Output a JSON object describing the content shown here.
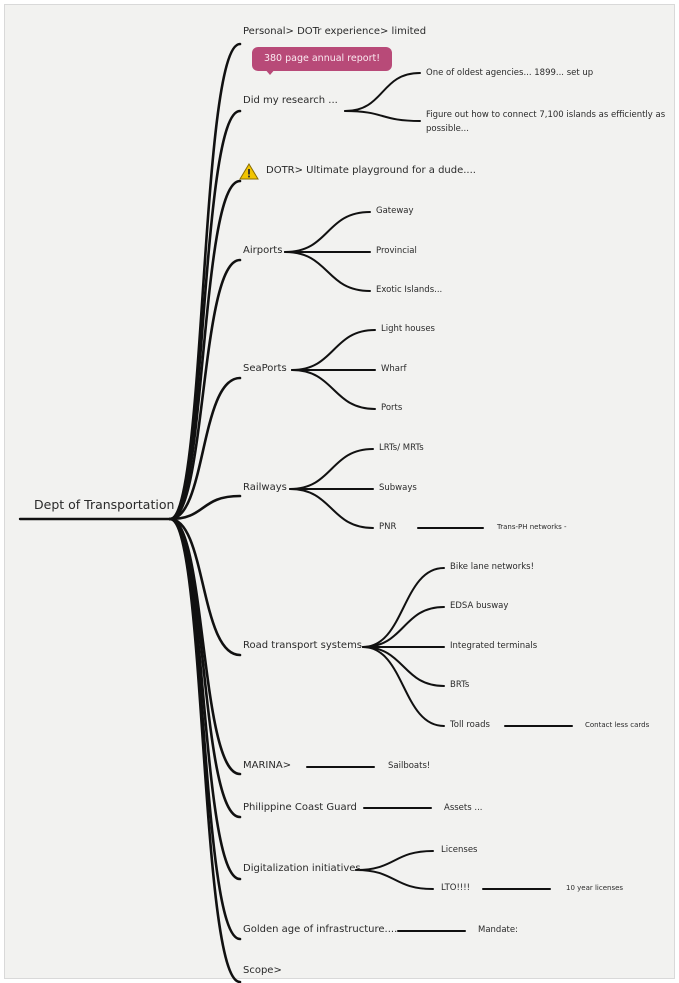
{
  "root": "Dept of Transportation",
  "note_tag": "380 page annual report!",
  "nodes": {
    "personal": "Personal> DOTr experience> limited",
    "research": "Did my research ...",
    "research_c1": "One of oldest agencies... 1899... set up",
    "research_c2a": "Figure out how to connect 7,100 islands as efficiently as",
    "research_c2b": "possible...",
    "playground": "DOTR> Ultimate playground for a dude....",
    "airports": "Airports",
    "air_c1": "Gateway",
    "air_c2": "Provincial",
    "air_c3": "Exotic Islands...",
    "seaports": "SeaPorts",
    "sea_c1": "Light houses",
    "sea_c2": "Wharf",
    "sea_c3": "Ports",
    "railways": "Railways",
    "rail_c1": "LRTs/ MRTs",
    "rail_c2": "Subways",
    "rail_c3": "PNR",
    "rail_c3_c1": "Trans-PH networks -",
    "road": "Road transport systems",
    "road_c1": "Bike lane networks!",
    "road_c2": "EDSA busway",
    "road_c3": "Integrated terminals",
    "road_c4": "BRTs",
    "road_c5": "Toll roads",
    "road_c5_c1": "Contact less cards",
    "marina": "MARINA>",
    "marina_c1": "Sailboats!",
    "coast": "Philippine Coast Guard",
    "coast_c1": "Assets ...",
    "digital": "Digitalization initiatives",
    "dig_c1": "Licenses",
    "dig_c2": "LTO!!!!",
    "dig_c2_c1": "10 year licenses",
    "golden": "Golden age of infrastructure....",
    "golden_c1": "Mandate:",
    "scope": "Scope>"
  },
  "icons": {
    "playground": "warning-icon"
  },
  "colors": {
    "tag": "#b84a78",
    "line": "#111111",
    "warning": "#f2c500"
  }
}
